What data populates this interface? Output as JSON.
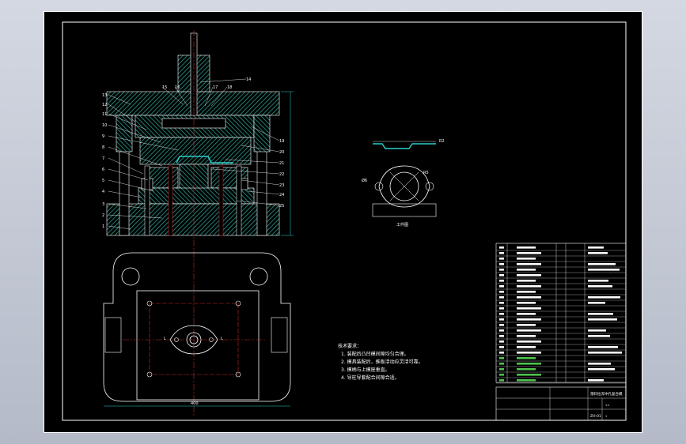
{
  "viewport": {
    "background": "#c6cbd6",
    "drawing_background": "#000000"
  },
  "colors": {
    "border": "#ffffff",
    "hatch": "#2a9c8e",
    "outline": "#ffffff",
    "hidden": "#cc2b2b",
    "center": "#cc2b2b",
    "dimension": "#26d0ce",
    "leader": "#ffffff",
    "parts_text": "#ffffff",
    "parts_highlight": "#4ec24e"
  },
  "balloons": [
    "15",
    "16",
    "17",
    "18",
    "14",
    "13",
    "12",
    "11",
    "10",
    "9",
    "8",
    "7",
    "6",
    "5",
    "4",
    "3",
    "2",
    "1",
    "19",
    "20",
    "21",
    "22",
    "23",
    "24",
    "25"
  ],
  "workpiece": {
    "caption": "工件图",
    "dim_labels": [
      "R2",
      "Ø6",
      "R5"
    ]
  },
  "tech_notes": {
    "heading": "技术要求：",
    "lines": [
      "1. 装配后凸凹模间隙均匀合理。",
      "2. 模具装配后，推板活动应灵活可靠。",
      "3. 模柄与上模座垂直。",
      "4. 导柱导套配合间隙合适。"
    ]
  },
  "plan_view": {
    "width_label": "400",
    "left_mark": "L",
    "right_mark": "L"
  },
  "title_block": {
    "title": "落料拉深冲孔复合模",
    "drawing_no": "ZH-01",
    "scale": "1:1",
    "sheet": "1"
  }
}
